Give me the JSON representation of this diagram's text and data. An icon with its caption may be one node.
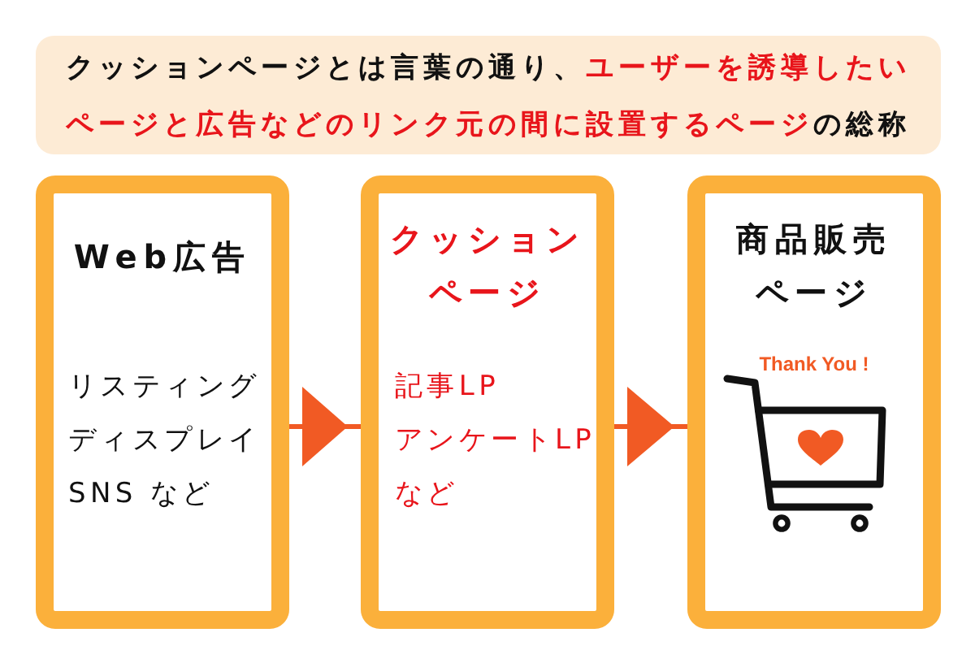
{
  "diagram": {
    "nodes": [
      {
        "text": [
          "クッションページとは言葉の通り、**ユーザーを誘導したいページと広告などのリンク元の間に設置するページ**の総称"
        ]
      },
      {
        "text": [
          "Web広告",
          "リスティング",
          "ディスプレイ",
          "SNS など"
        ]
      },
      {
        "text": [
          "クッションページ",
          "記事LP",
          "アンケートLP",
          "など"
        ]
      },
      {
        "text": [
          "商品販売ページ",
          "Thank You !"
        ]
      }
    ],
    "edges": [
      {
        "from": 1,
        "to": 2,
        "arrow": "to"
      },
      {
        "from": 2,
        "to": 3,
        "arrow": "to"
      }
    ]
  }
}
